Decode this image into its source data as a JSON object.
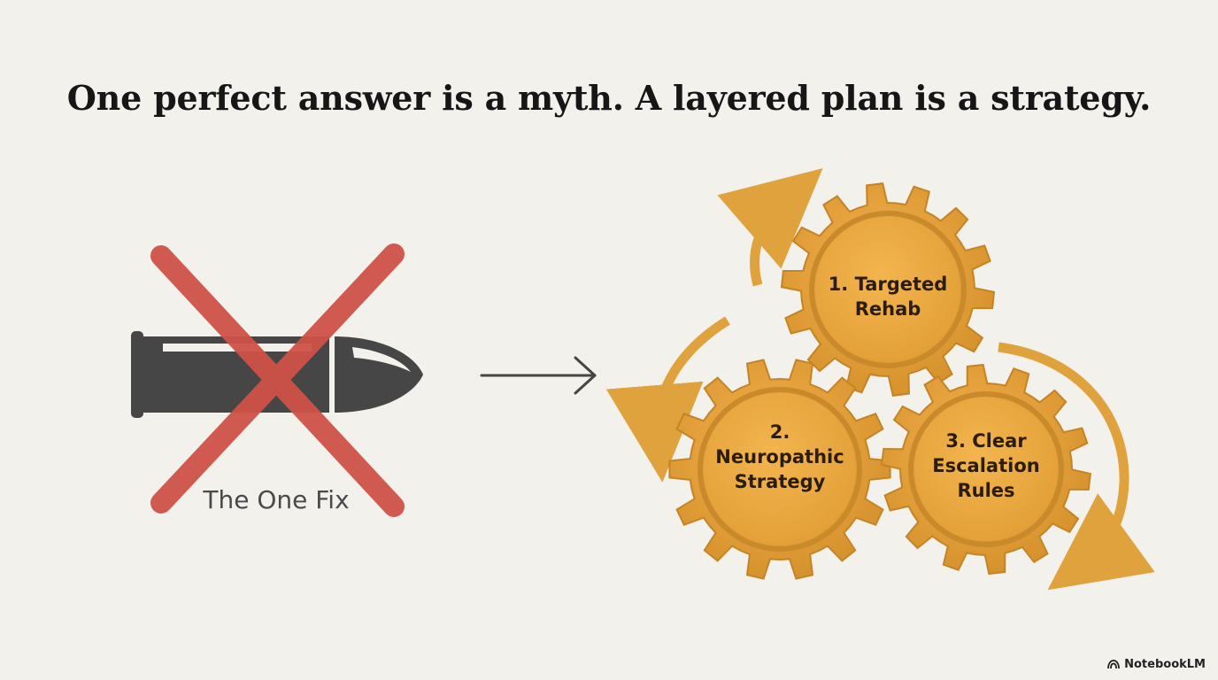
{
  "title": "One perfect answer is a myth. A layered plan is a strategy.",
  "single_fix": {
    "label": "The One Fix",
    "icon": "bullet-icon",
    "cross_color": "#cf5248",
    "bullet_color": "#464646"
  },
  "arrow_icon": "right-arrow-icon",
  "gears": [
    {
      "lines": [
        "1. Targeted",
        "Rehab"
      ]
    },
    {
      "lines": [
        "2.",
        "Neuropathic",
        "Strategy"
      ]
    },
    {
      "lines": [
        "3. Clear",
        "Escalation",
        "Rules"
      ]
    }
  ],
  "gear_color": "#e5a33a",
  "gear_face_color": "#eeac45",
  "brand": {
    "icon": "notebooklm-logo-icon",
    "label": "NotebookLM"
  }
}
